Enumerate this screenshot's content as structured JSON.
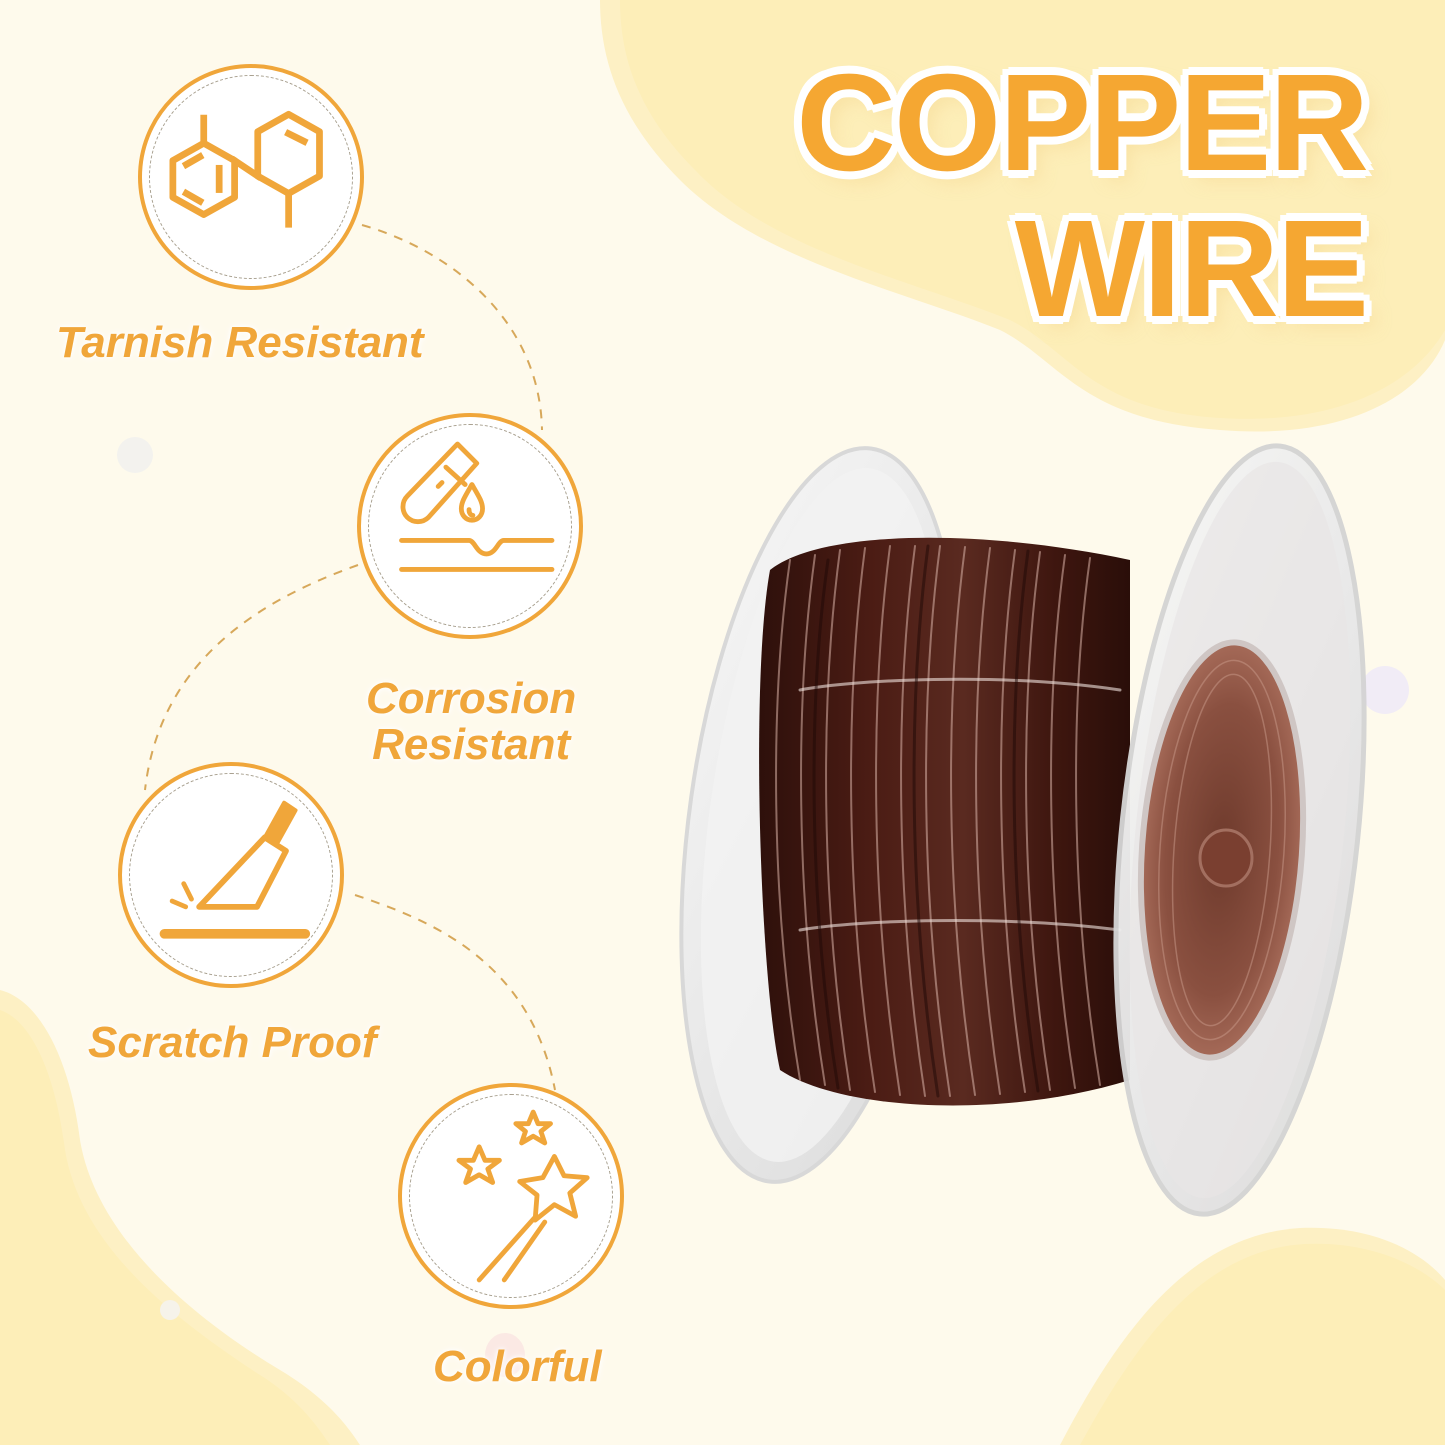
{
  "title": {
    "line1": "COPPER",
    "line2": "WIRE"
  },
  "features": [
    {
      "label": "Tarnish Resistant",
      "icon": "chemical-structure-icon"
    },
    {
      "label_line1": "Corrosion",
      "label_line2": "Resistant",
      "icon": "test-tube-drop-icon"
    },
    {
      "label": "Scratch Proof",
      "icon": "knife-scratch-icon"
    },
    {
      "label": "Colorful",
      "icon": "star-wand-icon"
    }
  ],
  "product": {
    "name": "copper-wire-spool",
    "wire_color": "#4a1c14",
    "spool_color": "#efefef"
  },
  "colors": {
    "accent": "#f5a732",
    "icon_stroke": "#f0a63a",
    "background": "#fefaec",
    "blob": "#fdeeb8"
  }
}
